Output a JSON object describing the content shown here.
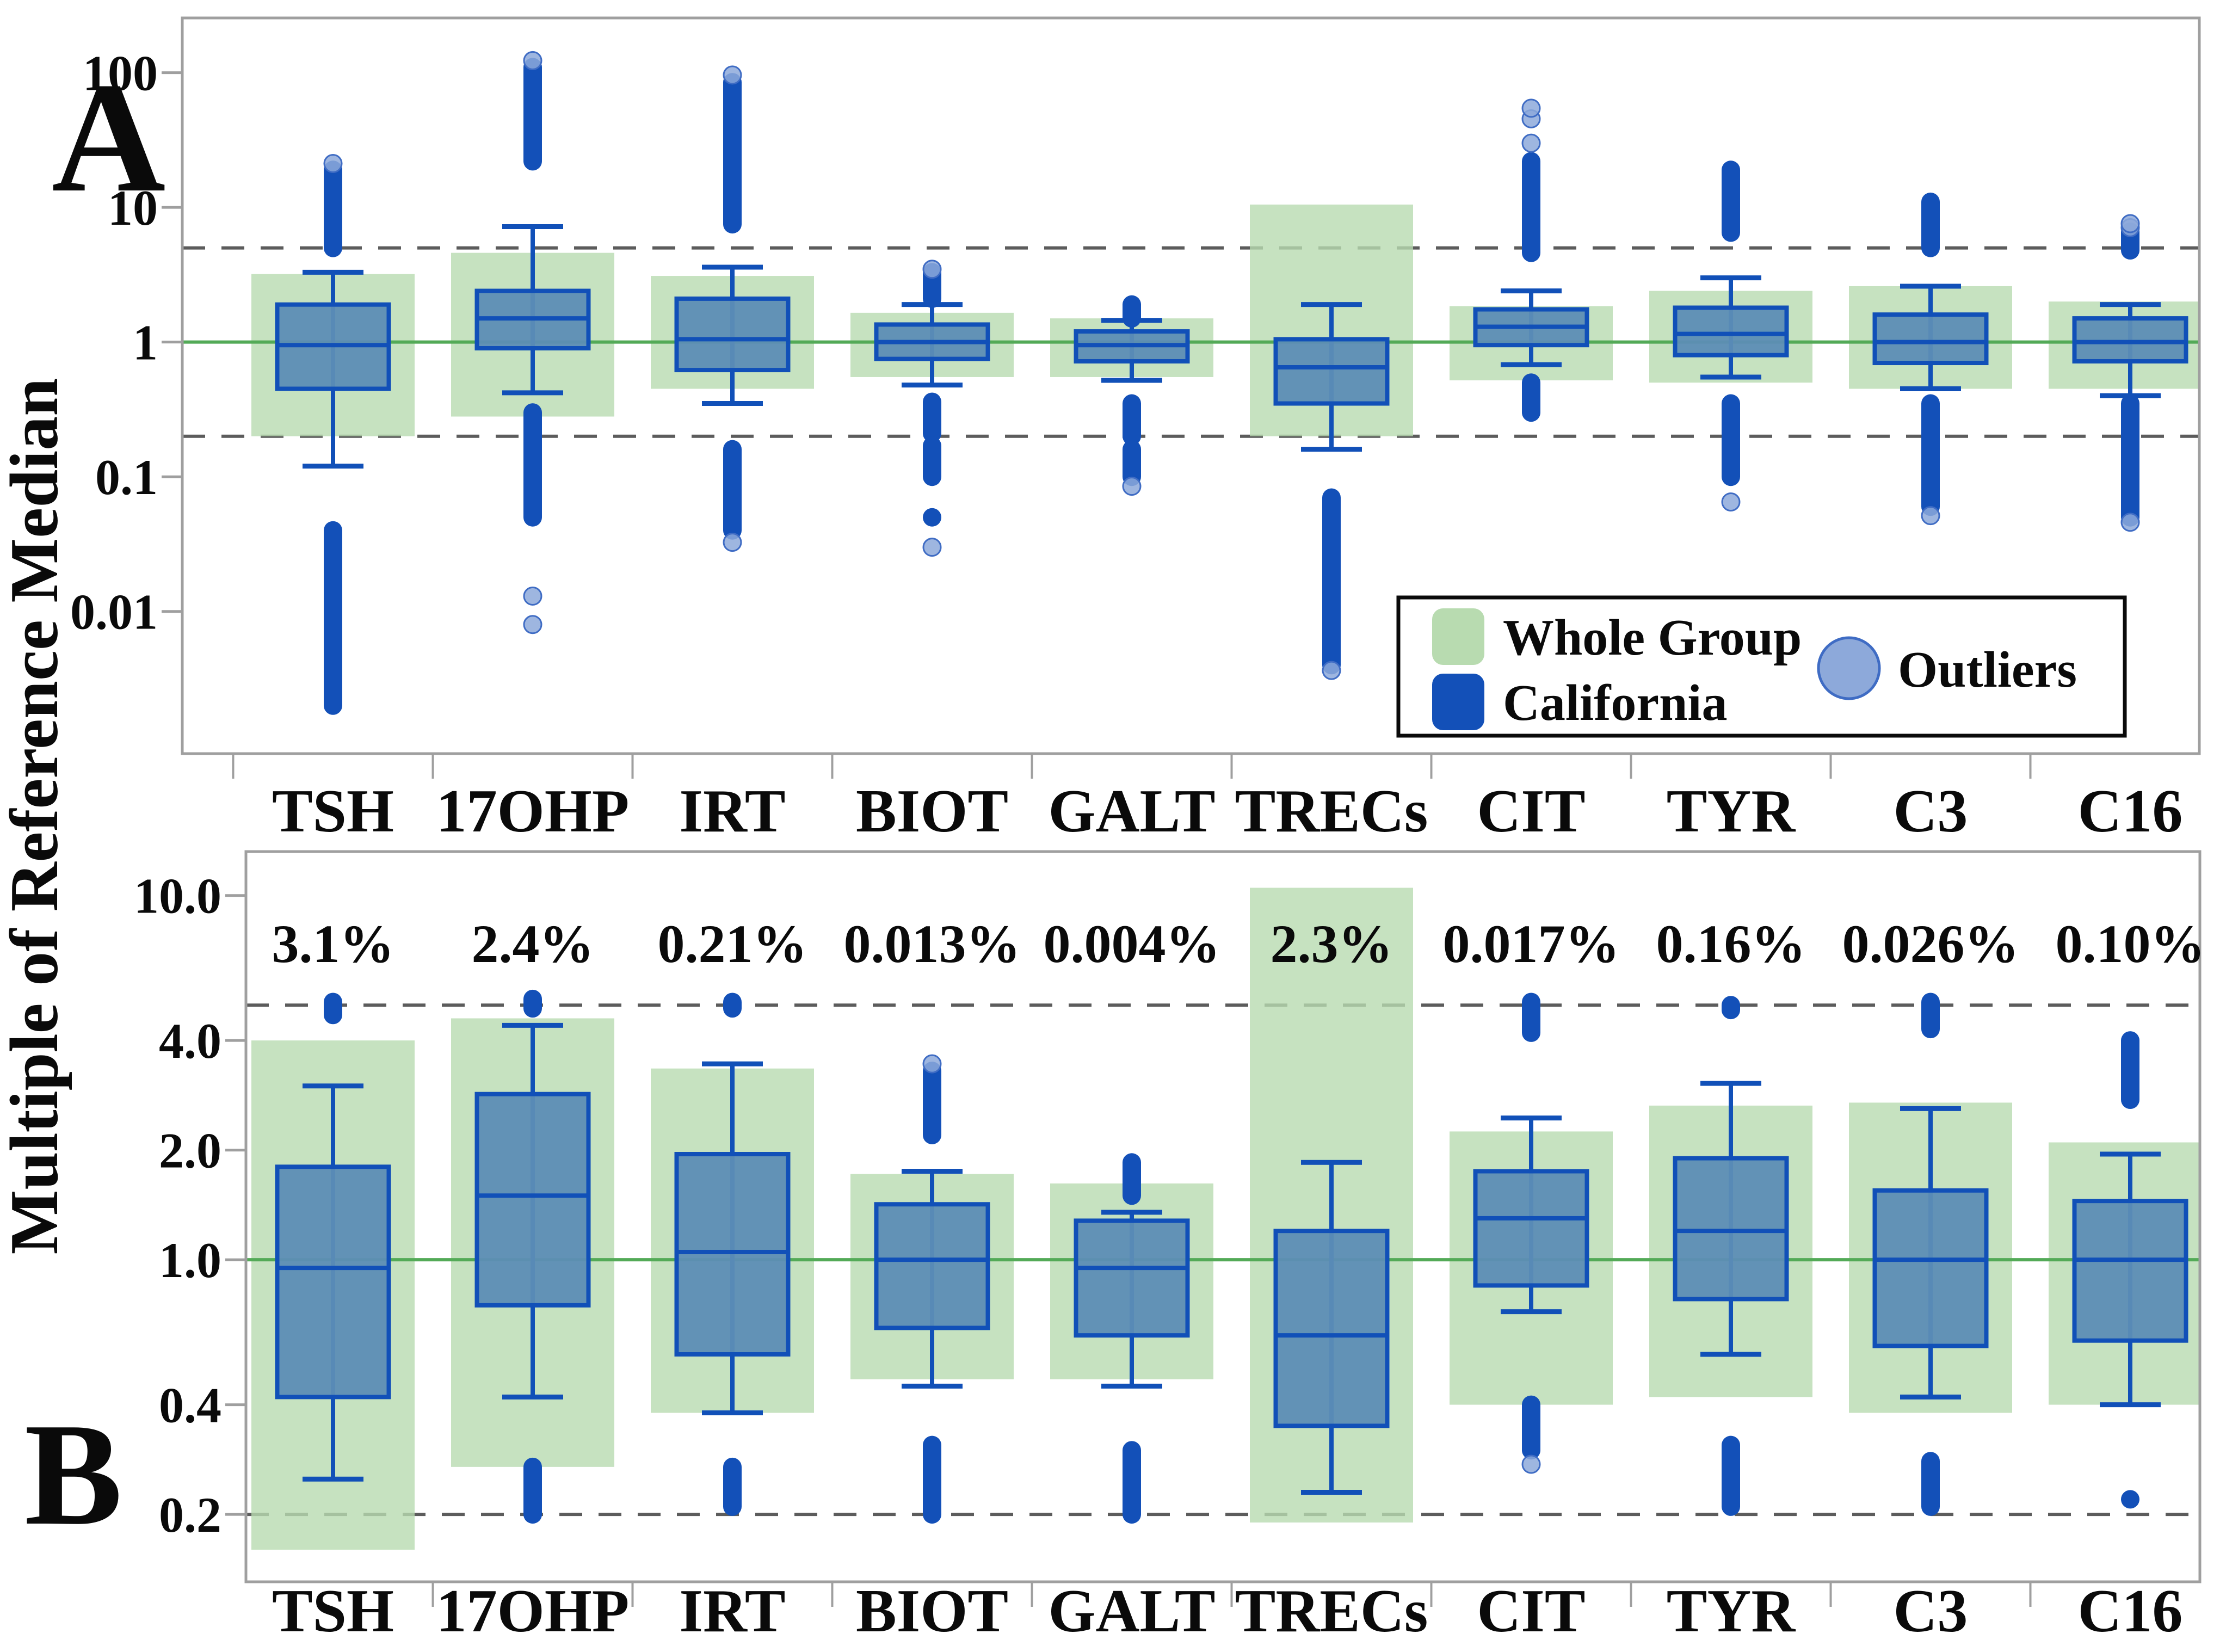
{
  "figure": {
    "panel_a_letter": "A",
    "panel_b_letter": "B",
    "ylabel": "Multiple of Reference Median"
  },
  "legend": {
    "whole_group_label": "Whole Group",
    "california_label": "California",
    "outliers_label": "Outliers"
  },
  "colors": {
    "green_band": "#b8dbb0",
    "green_line": "#53aa57",
    "box_fill": "#5d8db5",
    "box_stroke": "#1150b8",
    "outlier_dark": "#1350b8",
    "outlier_light": "#8da9da",
    "outlier_light_stroke": "#3f6cc4",
    "dash_line": "#5c5c5c",
    "panel_border": "#9f9f9f",
    "text": "#0a0a0a"
  },
  "chart_data": [
    {
      "panel": "A",
      "type": "box",
      "scale": "log",
      "ylim": [
        0.00088,
        255
      ],
      "yticks": [
        100,
        10,
        1,
        0.1,
        0.01
      ],
      "ytick_labels": [
        "100",
        "10",
        "1",
        "0.1",
        "0.01"
      ],
      "ref_solid": 1,
      "ref_dashed": [
        5,
        0.2
      ],
      "categories": [
        "TSH",
        "17OHP",
        "IRT",
        "BIOT",
        "GALT",
        "TRECs",
        "CIT",
        "TYR",
        "C3",
        "C16"
      ],
      "series": [
        {
          "name": "TSH",
          "band": [
            0.2,
            3.2
          ],
          "box": [
            0.45,
            0.95,
            1.9
          ],
          "whiskers": [
            0.12,
            3.3
          ],
          "outliers_above": [
            [
              5,
              19,
              "dark"
            ],
            [
              19.5,
              23,
              "light"
            ]
          ],
          "outliers_below": [
            [
              0.002,
              0.04,
              "dark"
            ]
          ]
        },
        {
          "name": "17OHP",
          "band": [
            0.28,
            4.6
          ],
          "box": [
            0.9,
            1.5,
            2.4
          ],
          "whiskers": [
            0.42,
            7.2
          ],
          "outliers_above": [
            [
              22,
              110,
              "dark"
            ],
            [
              112,
              135,
              "light"
            ]
          ],
          "outliers_below": [
            [
              0.05,
              0.3,
              "dark"
            ],
            [
              0.013,
              0.013,
              "light"
            ],
            [
              0.008,
              0.008,
              "light"
            ]
          ]
        },
        {
          "name": "IRT",
          "band": [
            0.45,
            3.1
          ],
          "box": [
            0.62,
            1.05,
            2.1
          ],
          "whiskers": [
            0.35,
            3.6
          ],
          "outliers_above": [
            [
              7.5,
              85,
              "dark"
            ],
            [
              88,
              105,
              "light"
            ]
          ],
          "outliers_below": [
            [
              0.04,
              0.16,
              "dark"
            ],
            [
              0.028,
              0.038,
              "light"
            ]
          ]
        },
        {
          "name": "BIOT",
          "band": [
            0.55,
            1.65
          ],
          "box": [
            0.75,
            1.0,
            1.35
          ],
          "whiskers": [
            0.48,
            1.9
          ],
          "outliers_above": [
            [
              2.1,
              3.3,
              "dark"
            ],
            [
              3.4,
              3.55,
              "light"
            ]
          ],
          "outliers_below": [
            [
              0.21,
              0.36,
              "dark"
            ],
            [
              0.1,
              0.17,
              "dark"
            ],
            [
              0.05,
              0.05,
              "dark"
            ],
            [
              0.03,
              0.03,
              "light"
            ]
          ]
        },
        {
          "name": "GALT",
          "band": [
            0.55,
            1.5
          ],
          "box": [
            0.72,
            0.95,
            1.2
          ],
          "whiskers": [
            0.52,
            1.45
          ],
          "outliers_above": [
            [
              1.5,
              1.9,
              "dark"
            ]
          ],
          "outliers_below": [
            [
              0.2,
              0.35,
              "dark"
            ],
            [
              0.1,
              0.16,
              "dark"
            ],
            [
              0.085,
              0.085,
              "light"
            ]
          ]
        },
        {
          "name": "TRECs",
          "band": [
            0.2,
            10.5
          ],
          "box": [
            0.35,
            0.65,
            1.05
          ],
          "whiskers": [
            0.16,
            1.9
          ],
          "outliers_above": [],
          "outliers_below": [
            [
              0.004,
              0.07,
              "dark"
            ],
            [
              0.0035,
              0.0038,
              "light"
            ]
          ]
        },
        {
          "name": "CIT",
          "band": [
            0.52,
            1.85
          ],
          "box": [
            0.95,
            1.3,
            1.75
          ],
          "whiskers": [
            0.68,
            2.4
          ],
          "outliers_above": [
            [
              4.6,
              22,
              "dark"
            ],
            [
              29,
              31,
              "light"
            ],
            [
              44,
              47,
              "light"
            ],
            [
              53,
              56,
              "light"
            ]
          ],
          "outliers_below": [
            [
              0.3,
              0.5,
              "dark"
            ]
          ]
        },
        {
          "name": "TYR",
          "band": [
            0.5,
            2.4
          ],
          "box": [
            0.8,
            1.15,
            1.8
          ],
          "whiskers": [
            0.55,
            3.0
          ],
          "outliers_above": [
            [
              6.5,
              19,
              "dark"
            ]
          ],
          "outliers_below": [
            [
              0.1,
              0.35,
              "dark"
            ],
            [
              0.065,
              0.065,
              "light"
            ]
          ]
        },
        {
          "name": "C3",
          "band": [
            0.45,
            2.6
          ],
          "box": [
            0.7,
            1.0,
            1.6
          ],
          "whiskers": [
            0.45,
            2.6
          ],
          "outliers_above": [
            [
              5,
              11,
              "dark"
            ]
          ],
          "outliers_below": [
            [
              0.06,
              0.35,
              "dark"
            ],
            [
              0.05,
              0.053,
              "light"
            ]
          ]
        },
        {
          "name": "C16",
          "band": [
            0.45,
            2.0
          ],
          "box": [
            0.72,
            1.0,
            1.5
          ],
          "whiskers": [
            0.4,
            1.9
          ],
          "outliers_above": [
            [
              4.8,
              6.6,
              "dark"
            ],
            [
              7.0,
              7.15,
              "light"
            ],
            [
              7.5,
              7.65,
              "light"
            ]
          ],
          "outliers_below": [
            [
              0.05,
              0.35,
              "dark"
            ],
            [
              0.045,
              0.047,
              "light"
            ]
          ]
        }
      ]
    },
    {
      "panel": "B",
      "type": "box",
      "scale": "log",
      "ylim": [
        0.1306,
        13.2
      ],
      "yticks": [
        10.0,
        4.0,
        2.0,
        1.0,
        0.4,
        0.2
      ],
      "ytick_labels": [
        "10.0",
        "4.0",
        "2.0",
        "1.0",
        "0.4",
        "0.2"
      ],
      "ref_solid": 1,
      "ref_dashed": [
        5,
        0.2
      ],
      "categories": [
        "TSH",
        "17OHP",
        "IRT",
        "BIOT",
        "GALT",
        "TRECs",
        "CIT",
        "TYR",
        "C3",
        "C16"
      ],
      "percent_labels": [
        "3.1%",
        "2.4%",
        "0.21%",
        "0.013%",
        "0.004%",
        "2.3%",
        "0.017%",
        "0.16%",
        "0.026%",
        "0.10%"
      ],
      "series": [
        {
          "name": "TSH",
          "band": [
            0.16,
            4.0
          ],
          "box": [
            0.42,
            0.95,
            1.8
          ],
          "whiskers": [
            0.25,
            3.0
          ],
          "outliers_above": [
            [
              4.7,
              5.1,
              "dark"
            ]
          ],
          "outliers_below": []
        },
        {
          "name": "17OHP",
          "band": [
            0.27,
            4.6
          ],
          "box": [
            0.75,
            1.5,
            2.85
          ],
          "whiskers": [
            0.42,
            4.4
          ],
          "outliers_above": [
            [
              4.9,
              5.2,
              "dark"
            ]
          ],
          "outliers_below": [
            [
              0.2,
              0.27,
              "dark"
            ]
          ]
        },
        {
          "name": "IRT",
          "band": [
            0.38,
            3.35
          ],
          "box": [
            0.55,
            1.05,
            1.95
          ],
          "whiskers": [
            0.38,
            3.45
          ],
          "outliers_above": [
            [
              4.9,
              5.1,
              "dark"
            ]
          ],
          "outliers_below": [
            [
              0.21,
              0.27,
              "dark"
            ]
          ]
        },
        {
          "name": "BIOT",
          "band": [
            0.47,
            1.72
          ],
          "box": [
            0.65,
            1.0,
            1.42
          ],
          "whiskers": [
            0.45,
            1.75
          ],
          "outliers_above": [
            [
              2.2,
              3.3,
              "dark"
            ],
            [
              3.4,
              3.5,
              "light"
            ]
          ],
          "outliers_below": [
            [
              0.2,
              0.31,
              "dark"
            ]
          ]
        },
        {
          "name": "GALT",
          "band": [
            0.47,
            1.62
          ],
          "box": [
            0.62,
            0.95,
            1.28
          ],
          "whiskers": [
            0.45,
            1.35
          ],
          "outliers_above": [
            [
              1.5,
              1.85,
              "dark"
            ]
          ],
          "outliers_below": [
            [
              0.2,
              0.3,
              "dark"
            ]
          ]
        },
        {
          "name": "TRECs",
          "band": [
            0.19,
            10.5
          ],
          "box": [
            0.35,
            0.62,
            1.2
          ],
          "whiskers": [
            0.23,
            1.85
          ],
          "outliers_above": [],
          "outliers_below": []
        },
        {
          "name": "CIT",
          "band": [
            0.4,
            2.25
          ],
          "box": [
            0.85,
            1.3,
            1.75
          ],
          "whiskers": [
            0.72,
            2.45
          ],
          "outliers_above": [
            [
              4.2,
              5.1,
              "dark"
            ]
          ],
          "outliers_below": [
            [
              0.3,
              0.4,
              "dark"
            ],
            [
              0.26,
              0.29,
              "light"
            ]
          ]
        },
        {
          "name": "TYR",
          "band": [
            0.42,
            2.65
          ],
          "box": [
            0.78,
            1.2,
            1.9
          ],
          "whiskers": [
            0.55,
            3.05
          ],
          "outliers_above": [
            [
              4.85,
              5.0,
              "dark"
            ]
          ],
          "outliers_below": [
            [
              0.21,
              0.31,
              "dark"
            ]
          ]
        },
        {
          "name": "C3",
          "band": [
            0.38,
            2.7
          ],
          "box": [
            0.58,
            1.0,
            1.55
          ],
          "whiskers": [
            0.42,
            2.6
          ],
          "outliers_above": [
            [
              4.3,
              5.1,
              "dark"
            ]
          ],
          "outliers_below": [
            [
              0.21,
              0.28,
              "dark"
            ]
          ]
        },
        {
          "name": "C16",
          "band": [
            0.4,
            2.1
          ],
          "box": [
            0.6,
            1.0,
            1.45
          ],
          "whiskers": [
            0.4,
            1.95
          ],
          "outliers_above": [
            [
              2.75,
              4.0,
              "dark"
            ]
          ],
          "outliers_below": [
            [
              0.22,
              0.22,
              "dark"
            ]
          ]
        }
      ]
    }
  ]
}
